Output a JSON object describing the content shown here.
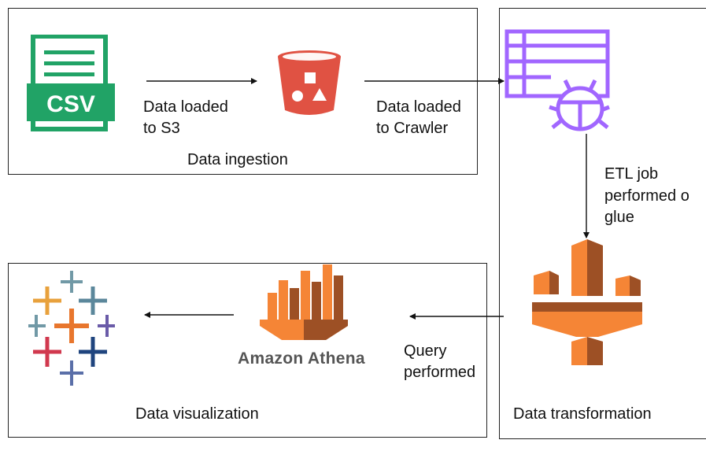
{
  "ingestion": {
    "title": "Data ingestion",
    "csv_icon_text": "CSV",
    "arrow1_label_line1": "Data loaded",
    "arrow1_label_line2": "to S3",
    "arrow2_label_line1": "Data loaded",
    "arrow2_label_line2": "to Crawler"
  },
  "transformation": {
    "title": "Data transformation",
    "etl_line1": "ETL job",
    "etl_line2": "performed o",
    "etl_line3": "glue"
  },
  "visualization": {
    "title": "Data visualization",
    "athena_text": "Amazon Athena",
    "query_line1": "Query",
    "query_line2": "performed"
  },
  "colors": {
    "csv_green": "#21a366",
    "s3_red": "#e05243",
    "crawler_purple": "#a166ff",
    "aws_orange": "#f58536",
    "aws_dark_orange": "#9d5025"
  }
}
